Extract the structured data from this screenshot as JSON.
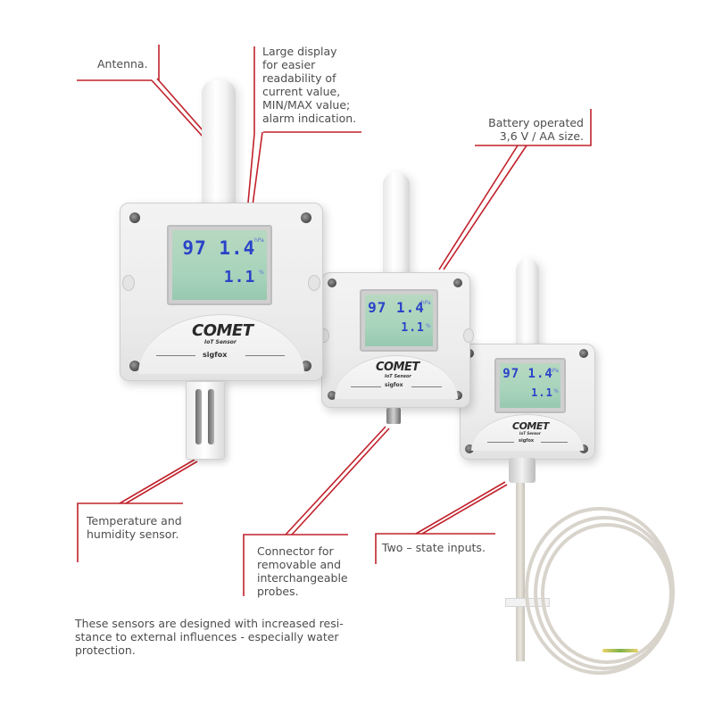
{
  "annotations": {
    "antenna": "Antenna.",
    "display": "Large display\nfor easier\nreadability of\ncurrent value,\nMIN/MAX value;\nalarm indication.",
    "battery": "Battery operated\n3,6 V / AA size.",
    "sensor": "Temperature and\nhumidity sensor.",
    "connector": "Connector for\nremovable and\ninterchangeable\nprobes.",
    "inputs": "Two – state inputs.",
    "footer": "These sensors are designed with increased resi-\nstance to external influences  - especially water\nprotection."
  },
  "devices": [
    {
      "id": "large",
      "lcd_main": "97 1.4",
      "lcd_secondary": "1.1",
      "unit_main": "hPa",
      "unit_secondary": "%",
      "brand": "COMET",
      "brand_sub": "IoT Sensor",
      "network": "sigfox"
    },
    {
      "id": "medium",
      "lcd_main": "97 1.4",
      "lcd_secondary": "1.1",
      "unit_main": "hPa",
      "unit_secondary": "%",
      "brand": "COMET",
      "brand_sub": "IoT Sensor",
      "network": "sigfox"
    },
    {
      "id": "small",
      "lcd_main": "97 1.4",
      "lcd_secondary": "1.1",
      "unit_main": "hPa",
      "unit_secondary": "%",
      "brand": "COMET",
      "brand_sub": "IoT Sensor",
      "network": "sigfox"
    }
  ],
  "colors": {
    "leader_line": "#c0222c",
    "lcd_digits": "#2a43c8",
    "lcd_background": "#a8d4bc",
    "brand_accent": "#c8202a"
  }
}
